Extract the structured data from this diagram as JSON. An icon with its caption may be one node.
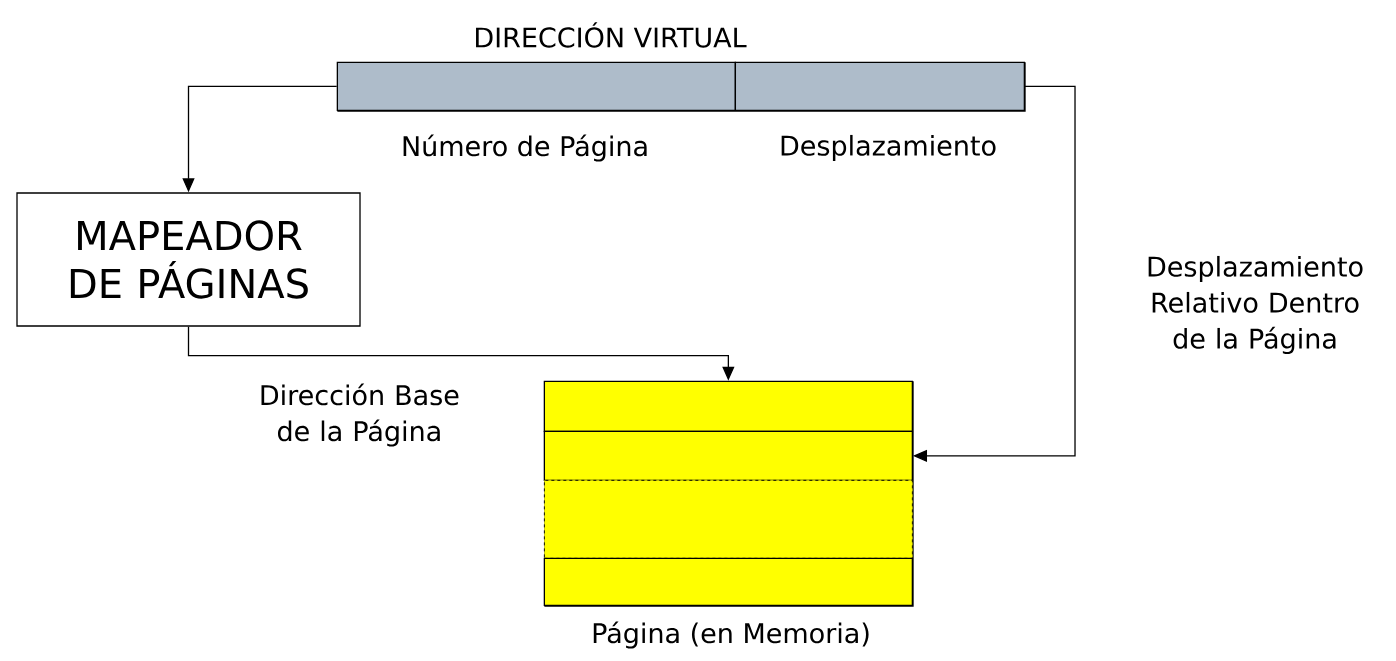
{
  "diagram": {
    "nodes": [
      {
        "text": [
          "DIRECCIÓN VIRTUAL"
        ]
      },
      {
        "text": [
          "Número de Página"
        ],
        "in": 0
      },
      {
        "text": [
          "Desplazamiento"
        ],
        "in": 0
      },
      {
        "text": [
          "MAPEADOR DE PÁGINAS"
        ]
      },
      {
        "text": [
          "Página (en Memoria)"
        ]
      },
      {
        "text": [],
        "shape": "box",
        "in": 4
      },
      {
        "text": [],
        "shape": "box",
        "in": 4
      },
      {
        "text": [],
        "shape": "box",
        "in": 4
      },
      {
        "text": [],
        "shape": "box",
        "in": 4
      }
    ],
    "edges": [
      {
        "from": 1,
        "to": 3,
        "arrow": "to"
      },
      {
        "from": 3,
        "to": 5,
        "arrow": "to",
        "label": "Dirección Base de la Página"
      },
      {
        "from": 2,
        "to": 6,
        "arrow": "to",
        "label": "Desplazamiento Relativo Dentro de la Página"
      }
    ]
  }
}
